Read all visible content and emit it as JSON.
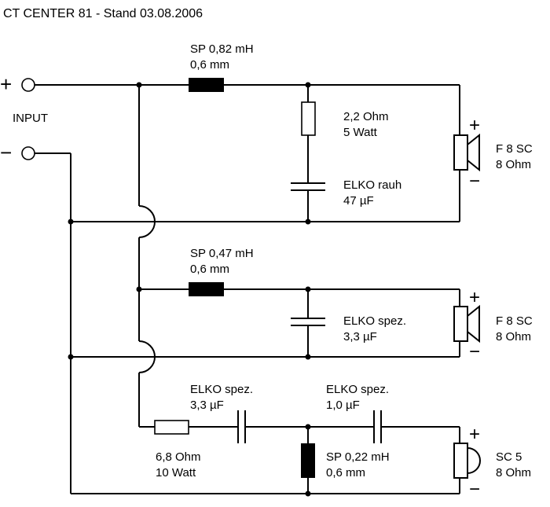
{
  "title": "CT CENTER 81 - Stand 03.08.2006",
  "input": {
    "label": "INPUT",
    "plus": "+",
    "minus": "−"
  },
  "branch1": {
    "coil": {
      "l1": "SP 0,82 mH",
      "l2": "0,6 mm"
    },
    "resistor": {
      "l1": "2,2 Ohm",
      "l2": "5 Watt"
    },
    "cap": {
      "l1": "ELKO rauh",
      "l2": "47 µF"
    },
    "speaker": {
      "l1": "F 8 SC",
      "l2": "8 Ohm",
      "plus": "+",
      "minus": "−"
    }
  },
  "branch2": {
    "coil": {
      "l1": "SP 0,47 mH",
      "l2": "0,6 mm"
    },
    "cap": {
      "l1": "ELKO spez.",
      "l2": "3,3 µF"
    },
    "speaker": {
      "l1": "F 8 SC",
      "l2": "8 Ohm",
      "plus": "+",
      "minus": "−"
    }
  },
  "branch3": {
    "resistor": {
      "l1": "6,8 Ohm",
      "l2": "10 Watt"
    },
    "cap1": {
      "l1": "ELKO spez.",
      "l2": "3,3 µF"
    },
    "cap2": {
      "l1": "ELKO spez.",
      "l2": "1,0 µF"
    },
    "coil": {
      "l1": "SP 0,22 mH",
      "l2": "0,6 mm"
    },
    "speaker": {
      "l1": "SC 5",
      "l2": "8 Ohm",
      "plus": "+",
      "minus": "−"
    }
  }
}
